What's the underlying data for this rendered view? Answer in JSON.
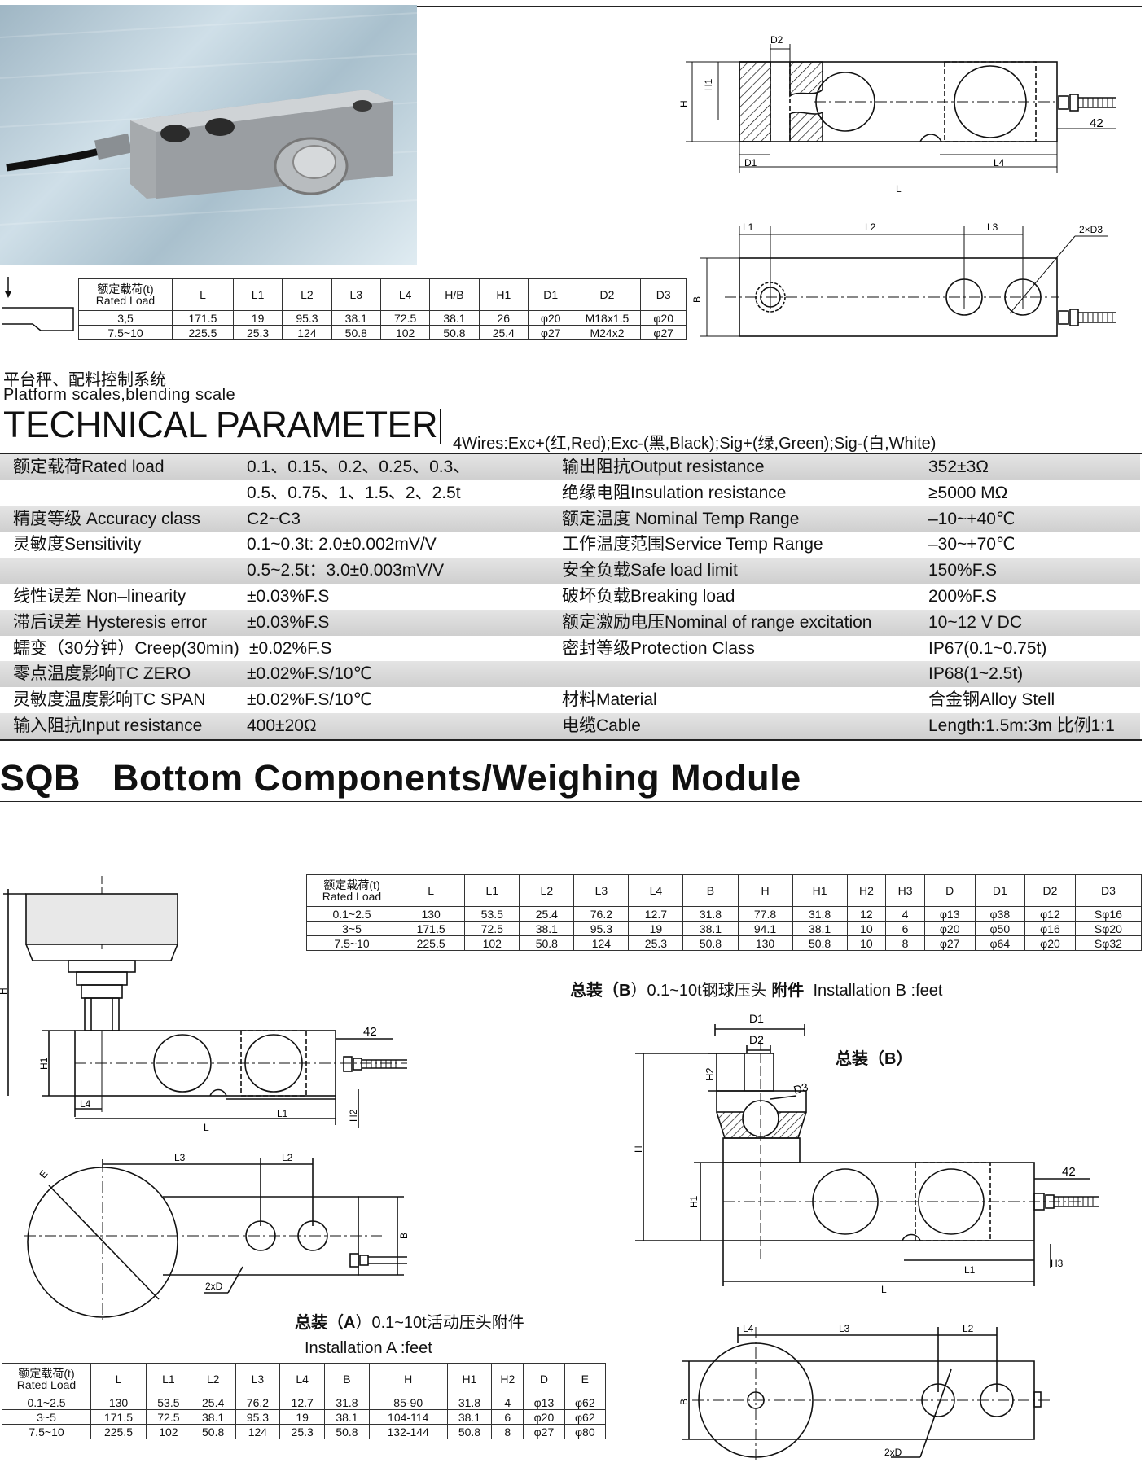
{
  "table1": {
    "headers": [
      [
        "额定载荷(t)",
        "Rated Load"
      ],
      [
        "L"
      ],
      [
        "L1"
      ],
      [
        "L2"
      ],
      [
        "L3"
      ],
      [
        "L4"
      ],
      [
        "H/B"
      ],
      [
        "H1"
      ],
      [
        "D1"
      ],
      [
        "D2"
      ],
      [
        "D3"
      ]
    ],
    "rows": [
      [
        "3,5",
        "171.5",
        "19",
        "95.3",
        "38.1",
        "72.5",
        "38.1",
        "26",
        "φ20",
        "M18x1.5",
        "φ20"
      ],
      [
        "7.5~10",
        "225.5",
        "25.3",
        "124",
        "50.8",
        "102",
        "50.8",
        "25.4",
        "φ27",
        "M24x2",
        "φ27"
      ]
    ]
  },
  "header": {
    "apps_cn": "平台秤、配料控制系统",
    "apps_en": "Platform scales,blending scale",
    "title": "TECHNICAL PARAMETER",
    "wires": "4Wires:Exc+(红,Red);Exc-(黑,Black);Sig+(绿,Green);Sig-(白,White)"
  },
  "params": [
    [
      "额定载荷Rated load",
      "0.1、0.15、0.2、0.25、0.3、",
      "输出阻抗Output resistance",
      "352±3Ω"
    ],
    [
      "",
      "0.5、0.75、1、1.5、2、2.5t",
      "绝缘电阻Insulation resistance",
      "≥5000 MΩ"
    ],
    [
      "精度等级 Accuracy class",
      "C2~C3",
      "额定温度 Nominal Temp Range",
      "–10~+40℃"
    ],
    [
      "灵敏度Sensitivity",
      "0.1~0.3t: 2.0±0.002mV/V",
      "工作温度范围Service Temp Range",
      "–30~+70℃"
    ],
    [
      "",
      "0.5~2.5t：3.0±0.003mV/V",
      "安全负载Safe load limit",
      "150%F.S"
    ],
    [
      "线性误差 Non–linearity",
      "±0.03%F.S",
      "破坏负载Breaking load",
      "200%F.S"
    ],
    [
      "滞后误差 Hysteresis error",
      "±0.03%F.S",
      "额定激励电压Nominal of range excitation",
      "10~12 V DC"
    ],
    [
      "蠕变（30分钟）Creep(30min)",
      "±0.02%F.S",
      "密封等级Protection Class",
      "IP67(0.1~0.75t)"
    ],
    [
      "零点温度影响TC ZERO",
      "±0.02%F.S/10℃",
      "",
      "IP68(1~2.5t)"
    ],
    [
      "灵敏度温度影响TC SPAN",
      "±0.02%F.S/10℃",
      "材料Material",
      "合金钢Alloy Stell"
    ],
    [
      "输入阻抗Input resistance",
      "400±20Ω",
      "电缆Cable",
      "Length:1.5m:3m 比例1:1"
    ]
  ],
  "section2_title": "SQB   Bottom Components/Weighing Module",
  "table2": {
    "headers": [
      [
        "额定载荷(t)",
        "Rated Load"
      ],
      [
        "L"
      ],
      [
        "L1"
      ],
      [
        "L2"
      ],
      [
        "L3"
      ],
      [
        "L4"
      ],
      [
        "B"
      ],
      [
        "H"
      ],
      [
        "H1"
      ],
      [
        "H2"
      ],
      [
        "H3"
      ],
      [
        "D"
      ],
      [
        "D1"
      ],
      [
        "D2"
      ],
      [
        "D3"
      ]
    ],
    "rows": [
      [
        "0.1~2.5",
        "130",
        "53.5",
        "25.4",
        "76.2",
        "12.7",
        "31.8",
        "77.8",
        "31.8",
        "12",
        "4",
        "φ13",
        "φ38",
        "φ12",
        "Sφ16"
      ],
      [
        "3~5",
        "171.5",
        "72.5",
        "38.1",
        "95.3",
        "19",
        "38.1",
        "94.1",
        "38.1",
        "10",
        "6",
        "φ20",
        "φ50",
        "φ16",
        "Sφ20"
      ],
      [
        "7.5~10",
        "225.5",
        "102",
        "50.8",
        "124",
        "25.3",
        "50.8",
        "130",
        "50.8",
        "10",
        "8",
        "φ27",
        "φ64",
        "φ20",
        "Sφ32"
      ]
    ]
  },
  "caption_b": {
    "bold1": "总装（",
    "b": "B",
    "rest": "）0.1~10t钢球压头",
    "bold2": "附件",
    "en": "Installation B :feet"
  },
  "label_b": "总装（B）",
  "caption_a": {
    "bold1": "总装（",
    "a": "A",
    "rest": "）0.1~10t活动压头附件",
    "en": "Installation A :feet"
  },
  "table3": {
    "headers": [
      [
        "额定载荷(t)",
        "Rated Load"
      ],
      [
        "L"
      ],
      [
        "L1"
      ],
      [
        "L2"
      ],
      [
        "L3"
      ],
      [
        "L4"
      ],
      [
        "B"
      ],
      [
        "H"
      ],
      [
        "H1"
      ],
      [
        "H2"
      ],
      [
        "D"
      ],
      [
        "E"
      ]
    ],
    "rows": [
      [
        "0.1~2.5",
        "130",
        "53.5",
        "25.4",
        "76.2",
        "12.7",
        "31.8",
        "85-90",
        "31.8",
        "4",
        "φ13",
        "φ62"
      ],
      [
        "3~5",
        "171.5",
        "72.5",
        "38.1",
        "95.3",
        "19",
        "38.1",
        "104-114",
        "38.1",
        "6",
        "φ20",
        "φ62"
      ],
      [
        "7.5~10",
        "225.5",
        "102",
        "50.8",
        "124",
        "25.3",
        "50.8",
        "132-144",
        "50.8",
        "8",
        "φ27",
        "φ80"
      ]
    ]
  },
  "dims": {
    "d2": "D2",
    "h1": "H1",
    "h": "H",
    "d1": "D1",
    "n42": "42",
    "l4": "L4",
    "l": "L",
    "l1": "L1",
    "l2": "L2",
    "l3": "L3",
    "two_d3": "2×D3",
    "b": "B",
    "h2": "H2",
    "h3": "H3",
    "e": "E",
    "two_d": "2xD",
    "d3": "D3"
  }
}
